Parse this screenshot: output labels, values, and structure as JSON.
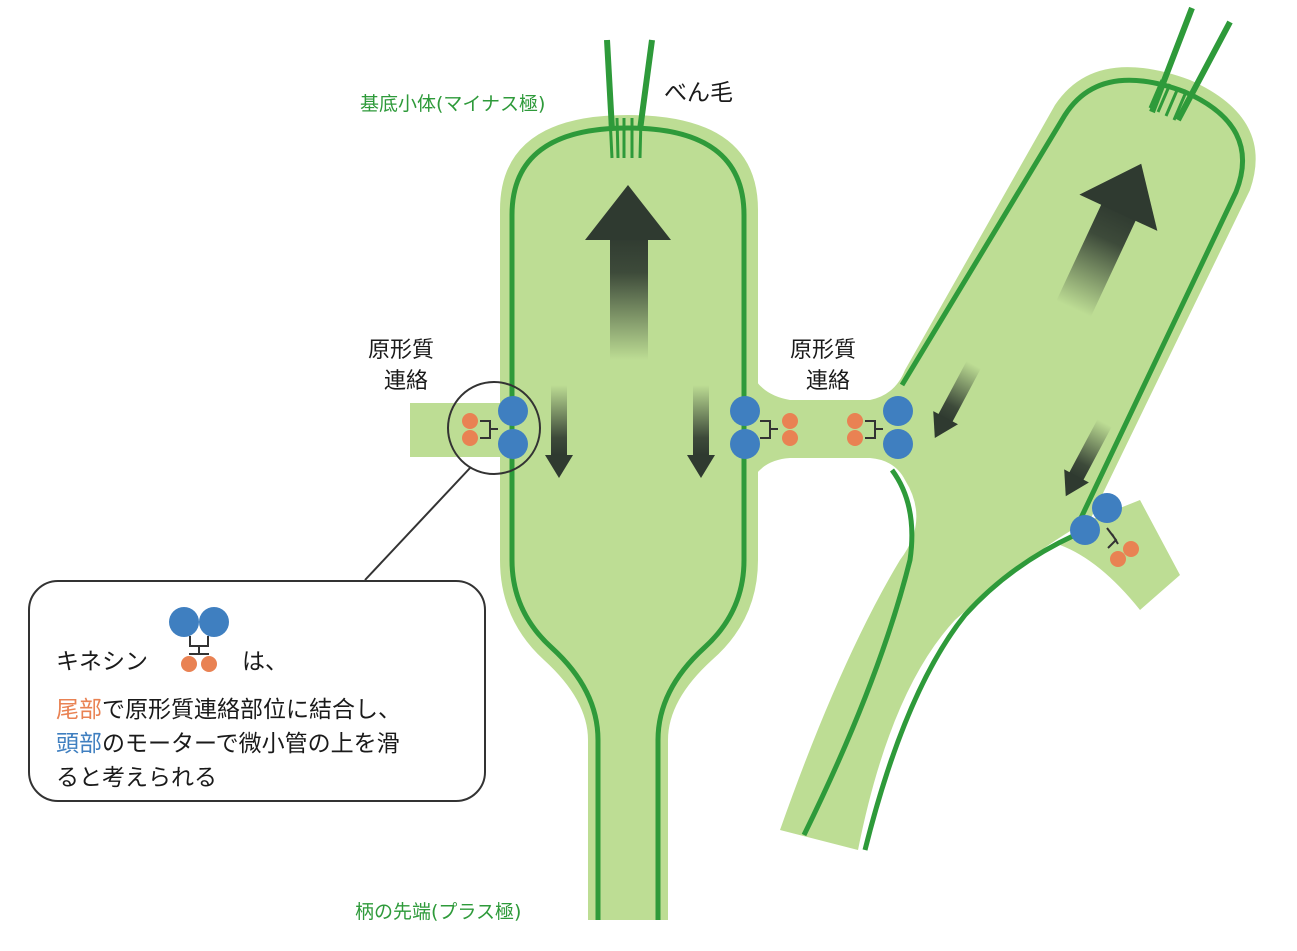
{
  "labels": {
    "basal_body": "基底小体(マイナス極)",
    "flagellum": "べん毛",
    "plasmodesma_left_1": "原形質",
    "plasmodesma_left_2": "連絡",
    "plasmodesma_right_1": "原形質",
    "plasmodesma_right_2": "連絡",
    "stalk_tip": "柄の先端(プラス極)"
  },
  "caption": {
    "line1_a": "キネシン",
    "line1_b": "は、",
    "line2_tail": "尾部",
    "line2_rest": "で原形質連絡部位に結合し、",
    "line3_head": "頭部",
    "line3_rest": "のモーターで微小管の上を滑",
    "line4": "ると考えられる"
  },
  "colors": {
    "cell_fill": "#bddd94",
    "microtubule": "#2e9a3a",
    "kinesin_head": "#3f7fc0",
    "kinesin_tail": "#e98253",
    "arrow": "#2f3a30",
    "label_green": "#2e9a3a"
  }
}
